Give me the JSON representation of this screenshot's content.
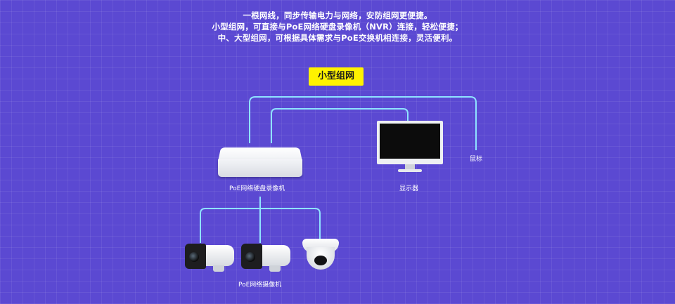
{
  "intro": {
    "line1": "一根网线，同步传输电力与网络，安防组网更便捷。",
    "line2": "小型组网，可直接与PoE网络硬盘录像机（NVR）连接，轻松便捷；",
    "line3": "中、大型组网，可根据具体需求与PoE交换机相连接，灵活便利。"
  },
  "badge": {
    "label": "小型组网"
  },
  "nodes": {
    "nvr": {
      "label": "PoE网络硬盘录像机",
      "icon": "nvr-icon"
    },
    "monitor": {
      "label": "显示器",
      "icon": "monitor-icon"
    },
    "mouse": {
      "label": "鼠标"
    },
    "cameras": {
      "label": "PoE网络摄像机",
      "icons": [
        "bullet-camera-icon",
        "bullet-camera-icon",
        "dome-camera-icon"
      ]
    }
  },
  "colors": {
    "background": "#5b49d2",
    "wire": "#8fe3ff",
    "badge": "#fff200"
  }
}
